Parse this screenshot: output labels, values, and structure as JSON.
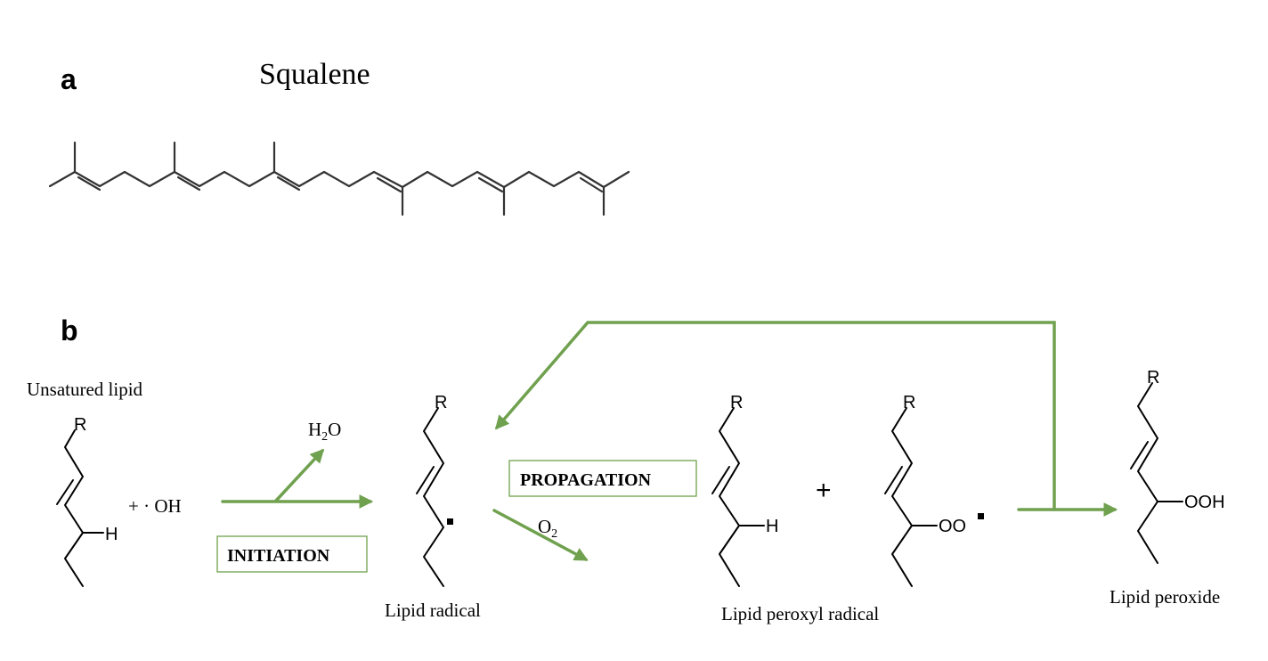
{
  "panels": {
    "a": {
      "letter": "a",
      "title": "Squalene"
    },
    "b": {
      "letter": "b",
      "unsaturated_lipid_label": "Unsatured lipid",
      "plus_hydroxyl": "+ · OH",
      "water_symbol": "H",
      "water_sub": "2",
      "water_o": "O",
      "initiation_label": "INITIATION",
      "propagation_label": "PROPAGATION",
      "oxygen_symbol": "O",
      "oxygen_sub": "2",
      "lipid_radical_label": "Lipid radical",
      "plus_sign": "+",
      "lipid_peroxyl_radical_label": "Lipid peroxyl radical",
      "lipid_peroxide_label": "Lipid peroxide",
      "atoms": {
        "r": "R",
        "h": "H",
        "oo": "OO",
        "ooh": "OOH"
      }
    }
  },
  "colors": {
    "arrow": "#70a14f",
    "bond": "#333333"
  }
}
